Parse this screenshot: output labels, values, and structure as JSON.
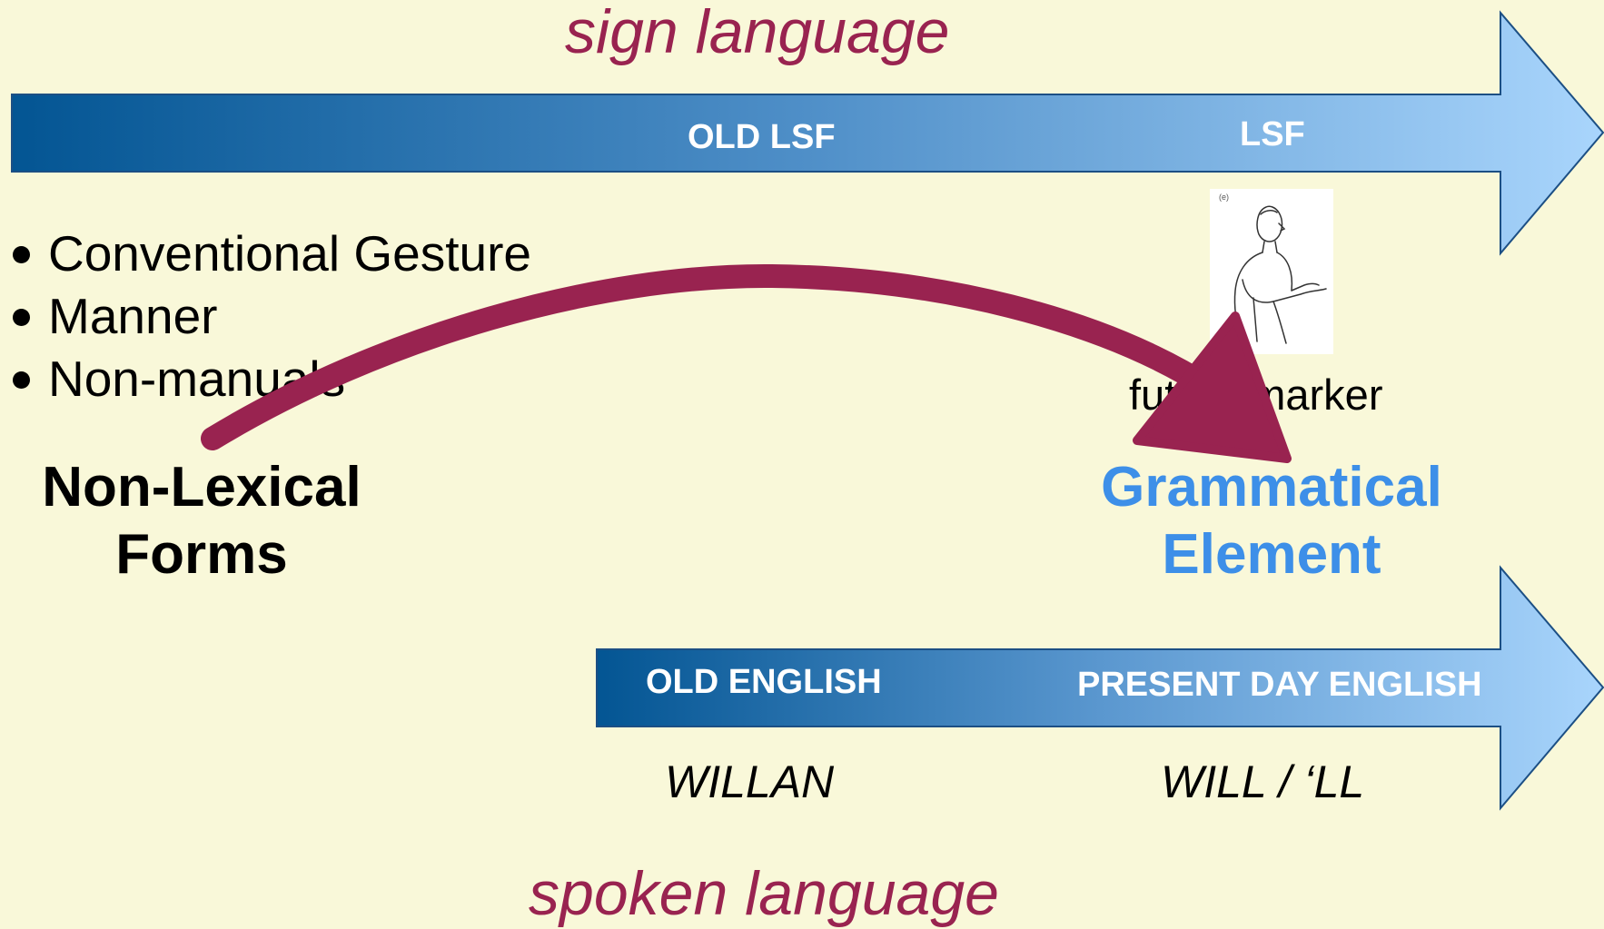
{
  "sign_language_label": "sign language",
  "spoken_language_label": "spoken language",
  "sign_arrow": {
    "stage_old": "OLD LSF",
    "stage_new": "LSF"
  },
  "spoken_arrow": {
    "stage_old": "OLD ENGLISH",
    "stage_new": "PRESENT DAY ENGLISH"
  },
  "bullets": [
    "Conventional Gesture",
    "Manner",
    "Non-manuals"
  ],
  "source": {
    "line1": "Non-Lexical",
    "line2": "Forms"
  },
  "target": {
    "line1": "Grammatical",
    "line2": "Element"
  },
  "figure_caption": "future marker",
  "spoken_forms": {
    "old": "WILLAN",
    "new": "WILL / ‘LL"
  },
  "colors": {
    "background": "#f9f8d9",
    "accent_maroon": "#992350",
    "arrow_dark": "#0a5696",
    "arrow_light": "#a9d4fb",
    "target_blue": "#3d8fe8"
  },
  "icons": {
    "figure": "signer-drawing-icon",
    "curve": "curved-arrow-icon"
  }
}
